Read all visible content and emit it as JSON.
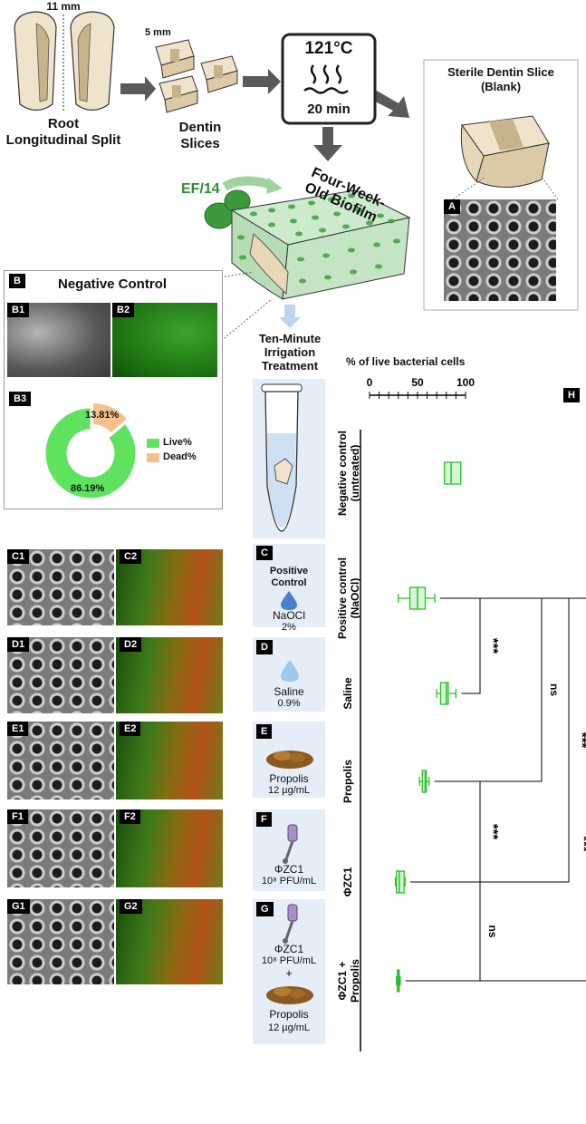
{
  "top": {
    "dim_11": "11 mm",
    "dim_5": "5 mm",
    "root_line1": "Root",
    "root_line2": "Longitudinal Split",
    "dentin_line1": "Dentin",
    "dentin_line2": "Slices",
    "autoclave_temp": "121°C",
    "autoclave_time": "20 min",
    "sterile_line1": "Sterile Dentin Slice",
    "sterile_line2": "(Blank)",
    "label_a": "A",
    "ef14": "EF/14",
    "biofilm_line1": "Four-Week-",
    "biofilm_line2": "Old Biofilm"
  },
  "negative": {
    "tag": "B",
    "title": "Negative Control",
    "b1": "B1",
    "b2": "B2",
    "b3": "B3",
    "live_pct": "86.19%",
    "dead_pct": "13.81%",
    "live_label": "Live%",
    "dead_label": "Dead%",
    "live_value": 86.19,
    "dead_value": 13.81
  },
  "irrigation": {
    "line1": "Ten-Minute",
    "line2": "Irrigation",
    "line3": "Treatment"
  },
  "treatments": [
    {
      "tag": "C",
      "title1": "Positive",
      "title2": "Control",
      "name": "NaOCl",
      "conc": "2%"
    },
    {
      "tag": "D",
      "name": "Saline",
      "conc": "0.9%"
    },
    {
      "tag": "E",
      "name": "Propolis",
      "conc": "12 µg/mL"
    },
    {
      "tag": "F",
      "name": "ΦZC1",
      "conc": "10⁸ PFU/mL"
    },
    {
      "tag": "G",
      "name": "ΦZC1",
      "conc": "10⁸ PFU/mL",
      "plus": "+",
      "name2": "Propolis",
      "conc2": "12 µg/mL"
    }
  ],
  "image_rows": [
    {
      "l": "C1",
      "r": "C2"
    },
    {
      "l": "D1",
      "r": "D2"
    },
    {
      "l": "E1",
      "r": "E2"
    },
    {
      "l": "F1",
      "r": "F2"
    },
    {
      "l": "G1",
      "r": "G2"
    }
  ],
  "colors": {
    "live": "#5fe35f",
    "dead": "#f5c08a",
    "box": "#2bbf2b"
  },
  "chart_data": {
    "type": "box",
    "tag": "H",
    "title": "% of live bacterial cells",
    "ticks": [
      "0",
      "50",
      "100"
    ],
    "xlim": [
      0,
      100
    ],
    "categories": [
      "Negative control (untreated)",
      "Positive control (NaOCl)",
      "Saline",
      "Propolis",
      "ΦZC1",
      "ΦZC1 + Propolis"
    ],
    "boxes": [
      {
        "min": 78,
        "q1": 78,
        "median": 85,
        "q3": 95,
        "max": 95
      },
      {
        "min": 30,
        "q1": 42,
        "median": 50,
        "q3": 58,
        "max": 68
      },
      {
        "min": 70,
        "q1": 74,
        "median": 80,
        "q3": 82,
        "max": 90
      },
      {
        "min": 52,
        "q1": 55,
        "median": 58,
        "q3": 59,
        "max": 62
      },
      {
        "min": 27,
        "q1": 28,
        "median": 31,
        "q3": 36,
        "max": 37
      },
      {
        "min": 28,
        "q1": 29,
        "median": 30,
        "q3": 31,
        "max": 32
      }
    ],
    "significance": [
      {
        "pair": [
          "Positive control (NaOCl)",
          "Saline"
        ],
        "label": "***"
      },
      {
        "pair": [
          "Positive control (NaOCl)",
          "Propolis"
        ],
        "label": "ns"
      },
      {
        "pair": [
          "Positive control (NaOCl)",
          "ΦZC1"
        ],
        "label": "***"
      },
      {
        "pair": [
          "Positive control (NaOCl)",
          "ΦZC1 + Propolis"
        ],
        "label": "***"
      },
      {
        "pair": [
          "Propolis",
          "ΦZC1"
        ],
        "label": "***"
      },
      {
        "pair": [
          "ΦZC1",
          "ΦZC1 + Propolis"
        ],
        "label": "ns"
      }
    ]
  }
}
